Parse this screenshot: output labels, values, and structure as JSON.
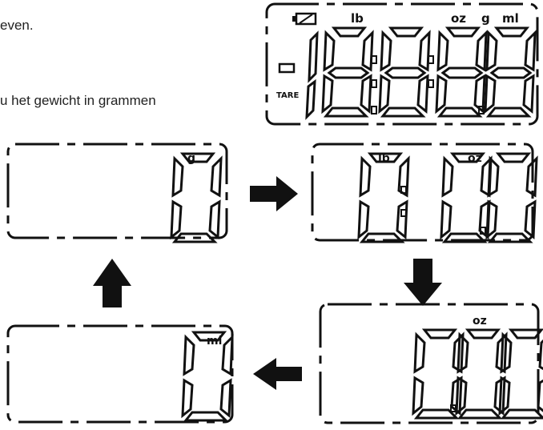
{
  "instructions": {
    "line1": "even.",
    "line2": "u het gewicht in grammen"
  },
  "full_display": {
    "labels": {
      "lb": "lb",
      "oz": "oz",
      "g": "g",
      "ml": "ml",
      "tare": "TARE"
    },
    "digits": [
      "8",
      "8",
      "8",
      "8"
    ],
    "icons": [
      "battery-icon",
      "minus-sign-icon"
    ]
  },
  "unit_cycle": [
    {
      "unit": "g",
      "digits": [
        "0"
      ]
    },
    {
      "unit_lb": "lb",
      "unit_oz": "oz",
      "digits_lb": [
        "0"
      ],
      "digits_oz": [
        "0",
        "0"
      ]
    },
    {
      "unit": "oz",
      "digits": [
        "0",
        "0",
        "0"
      ]
    },
    {
      "unit": "ml",
      "digits": [
        "0"
      ]
    }
  ],
  "arrows": [
    "arrow-right-icon",
    "arrow-down-icon",
    "arrow-left-icon",
    "arrow-up-icon"
  ]
}
